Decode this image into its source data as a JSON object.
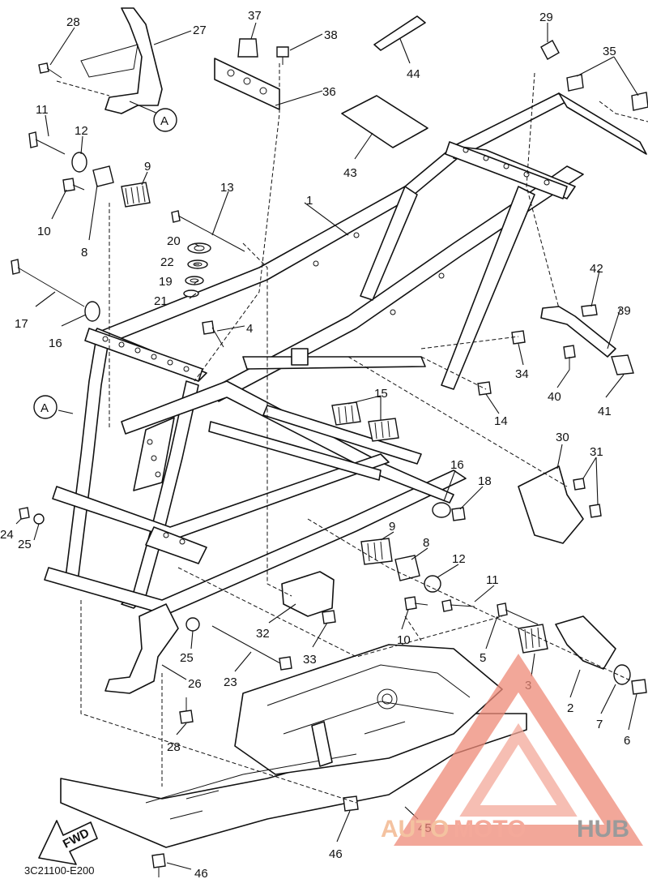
{
  "diagram": {
    "code": "3C21100-E200",
    "fwd_label": "FWD",
    "ref_marker": "A",
    "callouts": [
      "1",
      "2",
      "3",
      "4",
      "5",
      "6",
      "7",
      "8",
      "9",
      "10",
      "11",
      "12",
      "13",
      "14",
      "15",
      "16",
      "17",
      "18",
      "19",
      "20",
      "21",
      "22",
      "23",
      "24",
      "25",
      "26",
      "27",
      "28",
      "29",
      "30",
      "31",
      "32",
      "33",
      "34",
      "35",
      "36",
      "37",
      "38",
      "39",
      "40",
      "41",
      "42",
      "43",
      "44",
      "45",
      "46"
    ]
  },
  "watermark": {
    "text_a": "AUTO",
    "text_b": "MOTO",
    "text_c": "HUB",
    "color_light": "#f4a99a",
    "color_dark": "#9a9a9a",
    "color_main": "#ee8a78"
  }
}
